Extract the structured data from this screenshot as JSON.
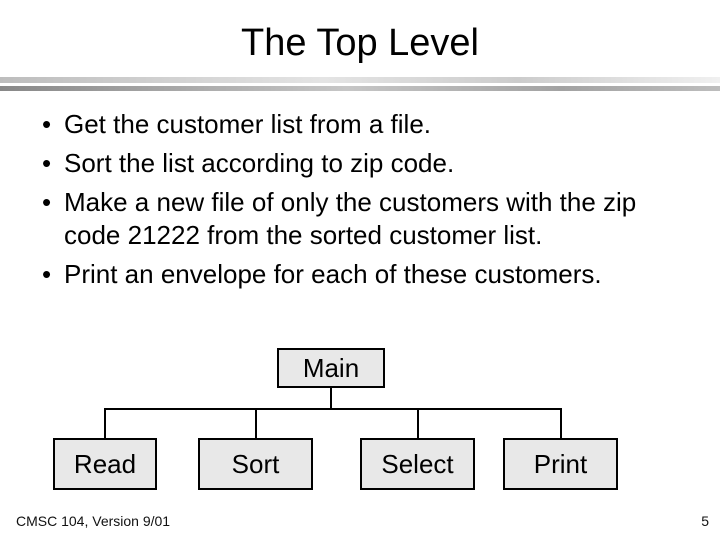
{
  "slide": {
    "title": "The Top Level",
    "bullets": {
      "marker": "•",
      "items": [
        "Get the customer list from a file.",
        "Sort the list according to zip code.",
        "Make a new file of only the customers with the zip code 21222 from the sorted customer list.",
        "Print an envelope for each of these customers."
      ]
    },
    "diagram": {
      "root": {
        "label": "Main"
      },
      "children": [
        {
          "label": "Read"
        },
        {
          "label": "Sort"
        },
        {
          "label": "Select"
        },
        {
          "label": "Print"
        }
      ]
    },
    "footer": {
      "left": "CMSC 104, Version 9/01",
      "page_number": "5"
    },
    "colors": {
      "box_fill": "#e8e8e8",
      "line": "#000000",
      "rule_light": "#d4d4d4",
      "rule_dark": "#8f8f8f"
    }
  }
}
